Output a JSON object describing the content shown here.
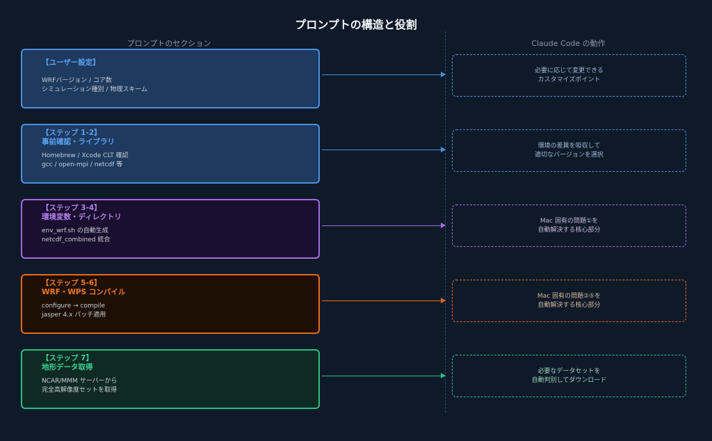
{
  "title": "プロンプトの構造と役割",
  "left_header": "プロンプトのセクション",
  "right_header": "Claude Code の動作",
  "colors": {
    "blue": "#4a90e2",
    "purple": "#a56ae0",
    "orange": "#ea6a17",
    "green": "#2dbd85",
    "background": "#0f1a29"
  },
  "sections": [
    {
      "title1": "【ユーザー設定】",
      "title2": "",
      "desc1": "WRFバージョン / コア数",
      "desc2": "シミュレーション種別 / 物理スキーム",
      "action1": "必要に応じて変更できる",
      "action2": "カスタマイズポイント"
    },
    {
      "title1": "【ステップ 1-2】",
      "title2": "事前確認・ライブラリ",
      "desc1": "Homebrew / Xcode CLT 確認",
      "desc2": "gcc / open-mpi / netcdf 等",
      "action1": "環境の差異を吸収して",
      "action2": "適切なバージョンを選択"
    },
    {
      "title1": "【ステップ 3-4】",
      "title2": "環境変数・ディレクトリ",
      "desc1": "env_wrf.sh の自動生成",
      "desc2": "netcdf_combined 統合",
      "action1": "Mac 固有の問題①を",
      "action2": "自動解決する核心部分"
    },
    {
      "title1": "【ステップ 5-6】",
      "title2": "WRF・WPS コンパイル",
      "desc1": "configure → compile",
      "desc2": "jasper 4.x パッチ適用",
      "action1": "Mac 固有の問題②⑤を",
      "action2": "自動解決する核心部分"
    },
    {
      "title1": "【ステップ 7】",
      "title2": "地形データ取得",
      "desc1": "NCAR/MMM サーバーから",
      "desc2": "完全高解像度セットを取得",
      "action1": "必要なデータセットを",
      "action2": "自動判別してダウンロード"
    }
  ]
}
